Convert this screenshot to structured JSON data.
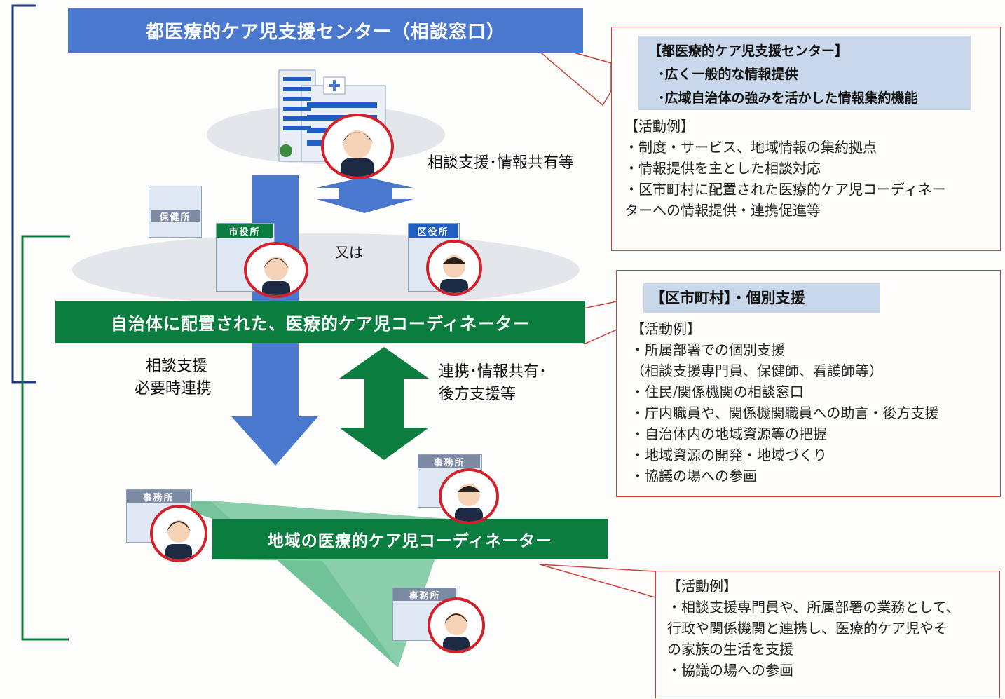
{
  "top_banner": "都医療的ケア児支援センター（相談窓口）",
  "coord_banner": "自治体に配置された、医療的ケア児コーディネーター",
  "local_banner": "地域の医療的ケア児コーディネーター",
  "labels": {
    "consult_share": "相談支援･情報共有等",
    "or": "又は",
    "consult_line1": "相談支援",
    "consult_line2": "必要時連携",
    "coop_line1": "連携･情報共有･",
    "coop_line2": "後方支援等"
  },
  "signs": {
    "health_center": "保健所",
    "city_office": "市役所",
    "ward_office": "区役所",
    "office_left": "事務所",
    "office_upper": "事務所",
    "office_lower": "事務所"
  },
  "center_box": {
    "head_title": "【都医療的ケア児支援センター】",
    "head_items": [
      "･広く一般的な情報提供",
      "･広域自治体の強みを活かした情報集約機能"
    ],
    "activities_title": "【活動例】",
    "activities": [
      "・制度・サービス、地域情報の集約拠点",
      "・情報提供を主とした相談対応",
      "・区市町村に配置された医療的ケア児コーディネー",
      "ターへの情報提供・連携促進等"
    ]
  },
  "municipal_box": {
    "head_title": "【区市町村】・個別支援",
    "activities_title": "【活動例】",
    "activities": [
      "・所属部署での個別支援",
      "（相談支援専門員、保健師、看護師等）",
      "・住民/関係機関の相談窓口",
      "・庁内職員や、関係機関職員への助言・後方支援",
      "・自治体内の地域資源等の把握",
      "・地域資源の開発・地域づくり",
      "・協議の場への参画"
    ]
  },
  "local_box": {
    "activities_title": "【活動例】",
    "activities": [
      "・相談支援専門員や、所属部署の業務として、",
      "行政や関係機関と連携し、医療的ケア児やそ",
      "の家族の生活を支援",
      "・協議の場への参画"
    ]
  },
  "colors": {
    "blue": "#4b78cf",
    "green": "#0b7d3f",
    "red": "#d2212a",
    "box_head": "#c8d8ea"
  }
}
